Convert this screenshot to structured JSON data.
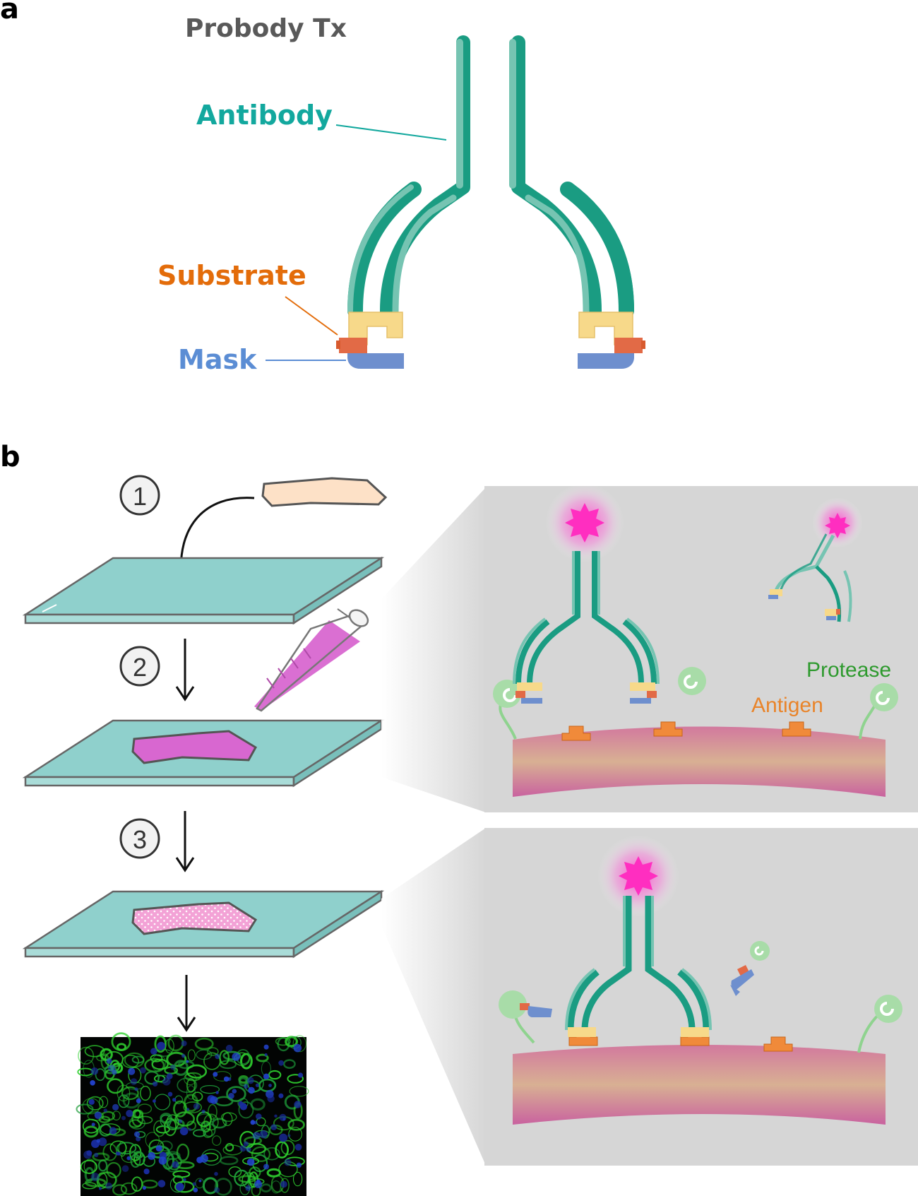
{
  "panel_a": {
    "letter": "a",
    "title": "Probody Tx",
    "labels": {
      "antibody": "Antibody",
      "substrate": "Substrate",
      "mask": "Mask"
    }
  },
  "panel_b": {
    "letter": "b",
    "steps": [
      "1",
      "2",
      "3"
    ],
    "zoom_top_labels": {
      "protease": "Protease",
      "antigen": "Antigen"
    }
  },
  "colors": {
    "antibody_dark": "#1a9c82",
    "antibody_light": "#76c4b2",
    "substrate": "#e26a46",
    "mask": "#6e8fce",
    "linker": "#f7d98a",
    "antigen": "#f08a3a",
    "fluor": "#ff2ec0",
    "protease": "#9ad69a",
    "slide": "#8fd0cc",
    "stain": "#d867d0",
    "tissue_raw": "#fde1c7",
    "label_antibody": "#13a89e",
    "label_substrate": "#e36c0a",
    "label_mask": "#5b8dd4",
    "label_protease": "#2e9a2e",
    "label_antigen": "#e9842a",
    "title_gray": "#595959"
  },
  "icons": [
    "curved-arrow-icon",
    "down-arrow-icon",
    "pipette-icon",
    "fluorophore-icon",
    "protease-icon",
    "antigen-icon"
  ]
}
